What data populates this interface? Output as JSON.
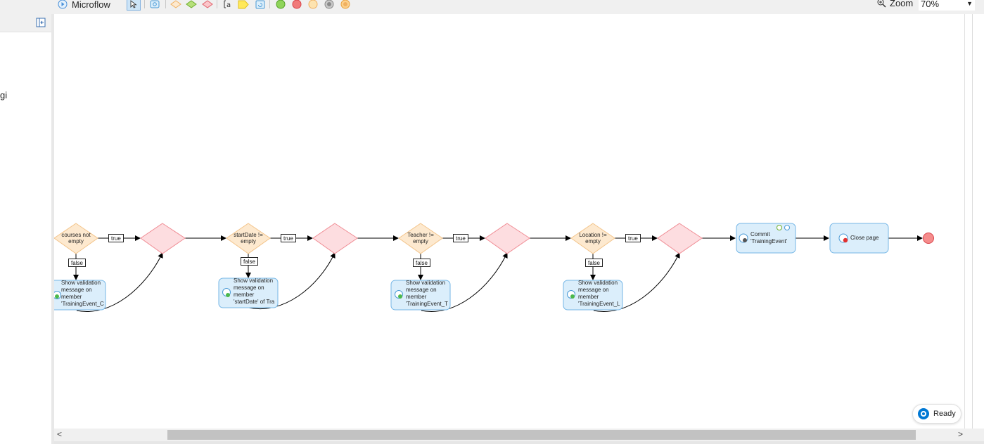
{
  "toolbar": {
    "tab_label": "Microflow",
    "zoom_label": "Zoom",
    "zoom_value": "70%"
  },
  "left_panel": {
    "fragment": "gi"
  },
  "flow": {
    "decisions": [
      {
        "label_line1": "courses not",
        "label_line2": "empty"
      },
      {
        "label_line1": "startDate !=",
        "label_line2": "empty"
      },
      {
        "label_line1": "Teacher !=",
        "label_line2": "empty"
      },
      {
        "label_line1": "Location !=",
        "label_line2": "empty"
      }
    ],
    "true_label": "true",
    "false_label": "false",
    "validations": [
      {
        "lines": [
          "Show validation",
          "message on",
          "member",
          "'TrainingEvent_C"
        ]
      },
      {
        "lines": [
          "Show validation",
          "message on",
          "member",
          "'startDate' of Tra"
        ]
      },
      {
        "lines": [
          "Show validation",
          "message on",
          "member",
          "'TrainingEvent_T"
        ]
      },
      {
        "lines": [
          "Show validation",
          "message on",
          "member",
          "'TrainingEvent_L"
        ]
      }
    ],
    "commit": {
      "line1": "Commit",
      "line2": "'TrainingEvent'"
    },
    "close": {
      "label": "Close page"
    }
  },
  "status": {
    "label": "Ready"
  },
  "colors": {
    "decision_fill": "#fde9cf",
    "decision_stroke": "#f3c48a",
    "merge_fill": "#fddde0",
    "merge_stroke": "#f08c94",
    "activity_fill": "#dbeefb",
    "activity_stroke": "#74b6e6",
    "end_fill": "#f58c8c",
    "end_stroke": "#d9434a"
  }
}
